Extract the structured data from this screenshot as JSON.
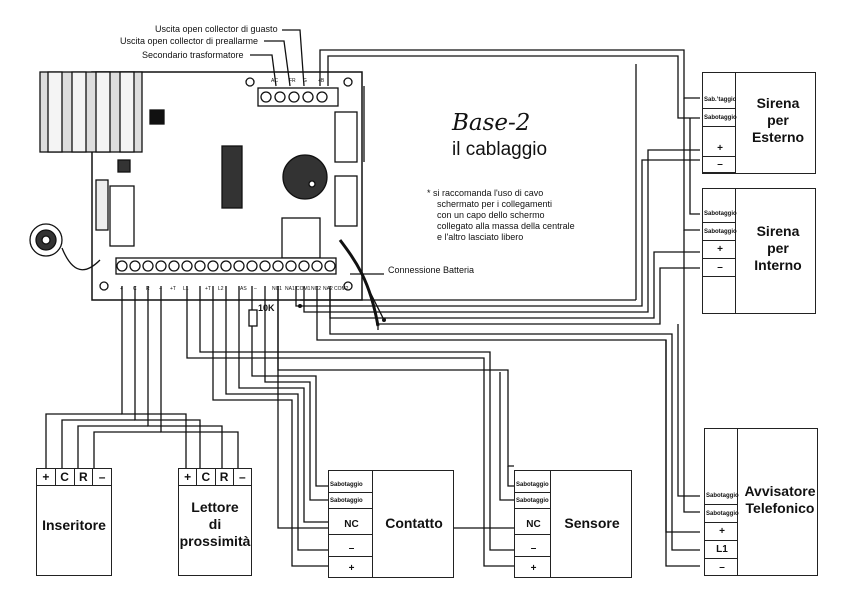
{
  "diagram": {
    "title": "Base-2",
    "subtitle": "il cablaggio",
    "note_lines": [
      "* si raccomanda l'uso di cavo",
      "schermato per i collegamenti",
      "con un capo dello schermo",
      "collegato alla massa della centrale",
      "e l'altro lasciato libero"
    ],
    "callouts": {
      "guasto": "Uscita open collector di guasto",
      "preallarme": "Uscita open collector di preallarme",
      "trasformatore": "Secondario trasformatore",
      "batteria": "Connessione Batteria",
      "resistor": "10K"
    },
    "board_labels": {
      "top_terminals": [
        "AC",
        "FR",
        "G",
        "+B"
      ],
      "bottom_terminals": [
        "+",
        "C",
        "R",
        "–",
        "+T",
        "L1",
        "+T",
        "L2",
        "AS",
        "–",
        "NC1",
        "NA1",
        "COM1",
        "NC2",
        "NA2",
        "COM2"
      ]
    }
  },
  "devices": {
    "sirena_esterno": {
      "name_lines": [
        "Sirena",
        "per",
        "Esterno"
      ],
      "terminals": [
        "Sab.’taggio",
        "Sabotaggio",
        "+",
        "–"
      ]
    },
    "sirena_interno": {
      "name_lines": [
        "Sirena",
        "per",
        "Interno"
      ],
      "terminals": [
        "Sabotaggio",
        "Sabotaggio",
        "+",
        "–"
      ]
    },
    "avvisatore": {
      "name_lines": [
        "Avvisatore",
        "Telefonico"
      ],
      "terminals": [
        "Sabotaggio",
        "Sabotaggio",
        "+",
        "L1",
        "–"
      ]
    },
    "contatto": {
      "name": "Contatto",
      "terminals": [
        "Sabotaggio",
        "Sabotaggio",
        "NC",
        "–",
        "+"
      ]
    },
    "sensore": {
      "name": "Sensore",
      "terminals": [
        "Sabotaggio",
        "Sabotaggio",
        "NC",
        "–",
        "+"
      ]
    },
    "inseritore": {
      "name": "Inseritore",
      "header": [
        "+",
        "C",
        "R",
        "–"
      ]
    },
    "lettore": {
      "name_lines": [
        "Lettore",
        "di",
        "prossimità"
      ],
      "header": [
        "+",
        "C",
        "R",
        "–"
      ]
    }
  }
}
